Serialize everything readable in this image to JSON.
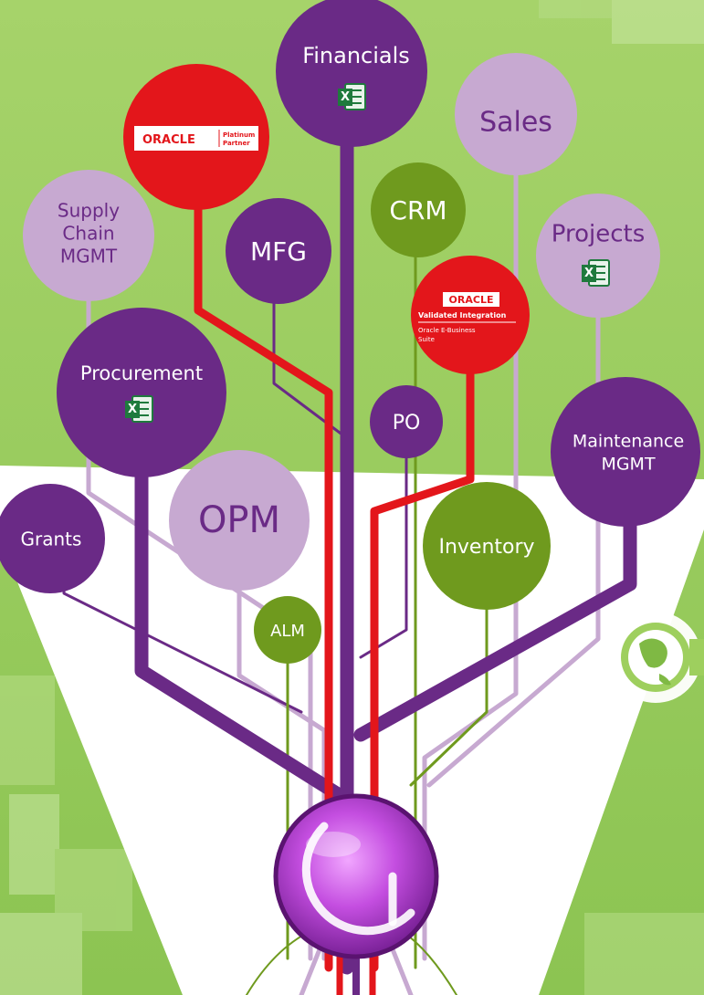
{
  "colors": {
    "background_green": "#9ecf5e",
    "background_green_dark": "#7fb944",
    "cone_white": "#ffffff",
    "purple": "#6a2a86",
    "lavender": "#c7a9d1",
    "olive": "#6f9a1e",
    "red": "#e3161b",
    "excel_green": "#1f7a3d",
    "hub_magenta": "#b23fd1"
  },
  "nodes": {
    "financials": "Financials",
    "sales": "Sales",
    "crm": "CRM",
    "mfg": "MFG",
    "supply_chain": [
      "Supply",
      "Chain",
      "MGMT"
    ],
    "projects": "Projects",
    "procurement": "Procurement",
    "po": "PO",
    "maintenance": [
      "Maintenance",
      "MGMT"
    ],
    "opm": "OPM",
    "grants": "Grants",
    "inventory": "Inventory",
    "alm": "ALM"
  },
  "badges": {
    "platinum": {
      "brand": "ORACLE",
      "line1": "Platinum",
      "line2": "Partner"
    },
    "validated": {
      "brand": "ORACLE",
      "line1": "Validated Integration",
      "line2": "Oracle E-Business",
      "line3": "Suite"
    }
  },
  "icons": {
    "excel": "excel-icon",
    "globe": "globe-logo-icon",
    "hub": "hub-logo-icon",
    "excel_letter": "X"
  }
}
